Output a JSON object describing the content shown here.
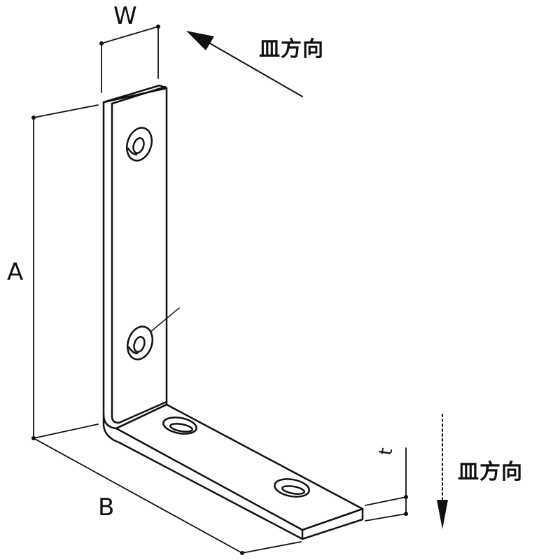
{
  "diagram": {
    "labels": {
      "width": "W",
      "height": "A",
      "base": "B",
      "thickness": "t"
    },
    "direction_labels": {
      "top": "皿方向",
      "bottom": "皿方向"
    },
    "colors": {
      "line": "#111111",
      "background": "#ffffff"
    }
  }
}
